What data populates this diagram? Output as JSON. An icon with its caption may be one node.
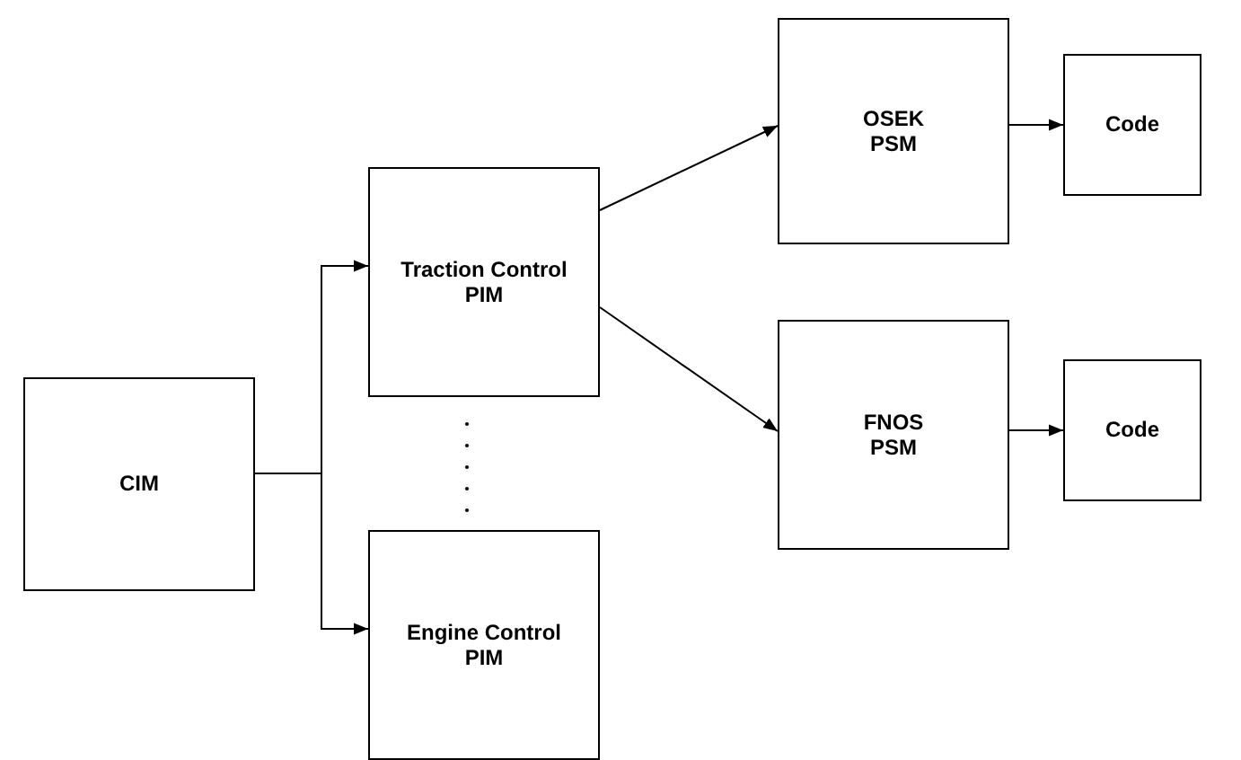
{
  "diagram": {
    "nodes": [
      {
        "text": [
          "CIM"
        ]
      },
      {
        "text": [
          "Traction Control PIM"
        ]
      },
      {
        "text": [
          "Engine Control PIM"
        ]
      },
      {
        "text": [
          "OSEK PSM"
        ]
      },
      {
        "text": [
          "FNOS PSM"
        ]
      },
      {
        "text": [
          "Code"
        ]
      },
      {
        "text": [
          "Code"
        ]
      }
    ],
    "edges": [
      {
        "from": 0,
        "to": 1,
        "arrow": "to"
      },
      {
        "from": 0,
        "to": 2,
        "arrow": "to"
      },
      {
        "from": 1,
        "to": 3,
        "arrow": "to"
      },
      {
        "from": 1,
        "to": 4,
        "arrow": "to"
      },
      {
        "from": 3,
        "to": 5,
        "arrow": "to"
      },
      {
        "from": 4,
        "to": 6,
        "arrow": "to"
      }
    ]
  }
}
